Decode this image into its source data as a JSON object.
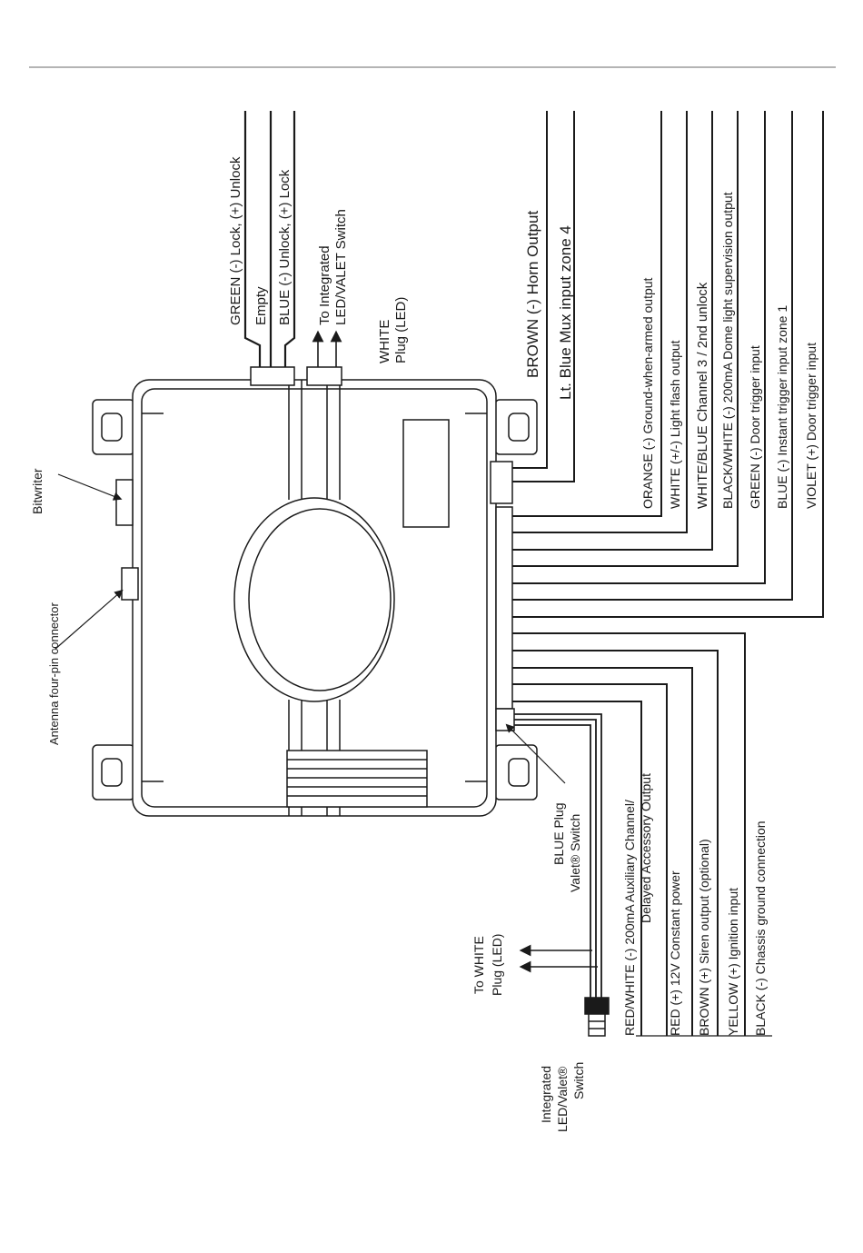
{
  "top_labels": {
    "green_lock": "GREEN (-) Lock, (+) Unlock",
    "empty": "Empty",
    "blue_unlock": "BLUE (-) Unlock, (+) Lock",
    "to_integrated_1": "To Integrated",
    "to_integrated_2": "LED/VALET Switch",
    "white_plug_1": "WHITE",
    "white_plug_2": "Plug (LED)",
    "brown_horn": "BROWN (-) Horn Output",
    "lt_blue_mux": "Lt. Blue Mux input zone 4"
  },
  "right_wires": [
    "ORANGE (-) Ground-when-armed output",
    "WHITE (+/-) Light flash output",
    "WHITE/BLUE Channel 3 / 2nd unlock",
    "BLACK/WHITE (-) 200mA Dome light supervision output",
    "GREEN (-) Door trigger input",
    "BLUE (-) Instant trigger  input zone 1",
    "VIOLET (+) Door trigger input"
  ],
  "bottom_wires": {
    "red_white_1": "RED/WHITE (-) 200mA Auxiliary Channel/",
    "red_white_2": "Delayed Accessory Output",
    "red": "RED (+) 12V Constant power",
    "brown": "BROWN (+) Siren output (optional)",
    "yellow": "YELLOW (+) Ignition input",
    "black": "BLACK (-) Chassis ground connection"
  },
  "callouts": {
    "bitwriter": "Bitwriter",
    "antenna": "Antenna four-pin connector",
    "blue_plug_1": "BLUE Plug",
    "blue_plug_2": "Valet® Switch",
    "to_white_1": "To WHITE",
    "to_white_2": "Plug (LED)",
    "integrated_1": "Integrated",
    "integrated_2": "LED/Valet®",
    "integrated_3": "Switch"
  }
}
